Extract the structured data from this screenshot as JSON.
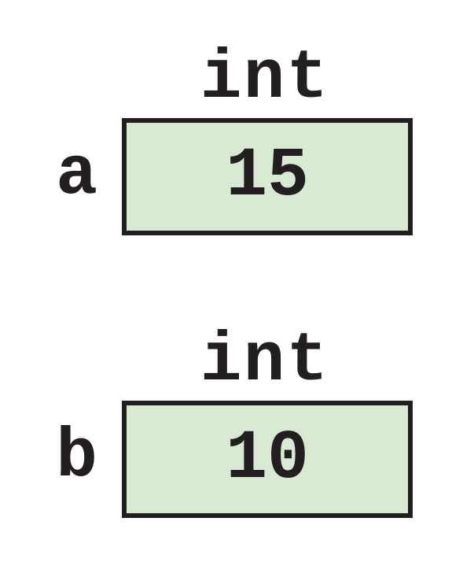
{
  "variables": [
    {
      "name": "a",
      "type": "int",
      "value": "15",
      "box_color": "#d9ead3"
    },
    {
      "name": "b",
      "type": "int",
      "value": "10",
      "box_color": "#d9ead3"
    }
  ],
  "colors": {
    "background": "#ffffff",
    "ink": "#231f20",
    "box_fill": "#d9ead3"
  }
}
